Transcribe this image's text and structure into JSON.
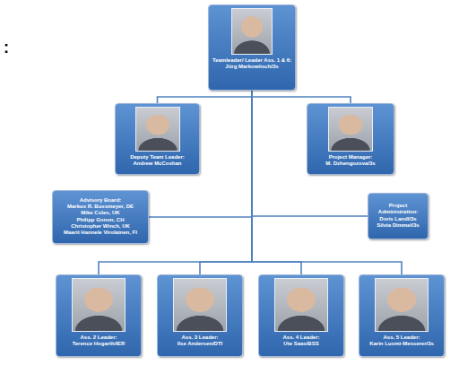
{
  "diagram": {
    "nodes": [
      {
        "text": [
          "Teamleader/ Leader Ass. 1 & 6:",
          "Jörg Markowitsch/3s"
        ]
      },
      {
        "text": [
          "Deputy Team Leader:",
          "Andrew McCoshan"
        ]
      },
      {
        "text": [
          "Project Manager:",
          "M. Dzhengozova/3s"
        ]
      },
      {
        "text": [
          "Advisory Board:",
          "Markus R. Bussmeyer, DE",
          "Mike Coles, UK",
          "Philipp Gonon, CH",
          "Christopher Winch, UK",
          "Maarit Hannele Virolainen, FI"
        ]
      },
      {
        "text": [
          "Project Administration:",
          "Doris Landl/3s",
          "Silvia Dimmel/3s"
        ]
      },
      {
        "text": [
          "Ass. 2 Leader:",
          "Terence Hogarth/IER"
        ]
      },
      {
        "text": [
          "Ass. 3 Leader:",
          "Ilse Andersen/DTI"
        ]
      },
      {
        "text": [
          "Ass. 4 Leader:",
          "Ute Saas/BSS"
        ]
      },
      {
        "text": [
          "Ass. 5 Leader:",
          "Karin Luomi-Messerer/3s"
        ]
      }
    ],
    "edges": [
      {
        "from": 0,
        "to": 1,
        "arrow": "none"
      },
      {
        "from": 0,
        "to": 2,
        "arrow": "none"
      },
      {
        "from": 0,
        "to": 3,
        "arrow": "none"
      },
      {
        "from": 0,
        "to": 4,
        "arrow": "none"
      },
      {
        "from": 0,
        "to": 5,
        "arrow": "none"
      },
      {
        "from": 0,
        "to": 6,
        "arrow": "none"
      },
      {
        "from": 0,
        "to": 7,
        "arrow": "none"
      },
      {
        "from": 0,
        "to": 8,
        "arrow": "none"
      }
    ],
    "labels": [
      ":"
    ]
  }
}
